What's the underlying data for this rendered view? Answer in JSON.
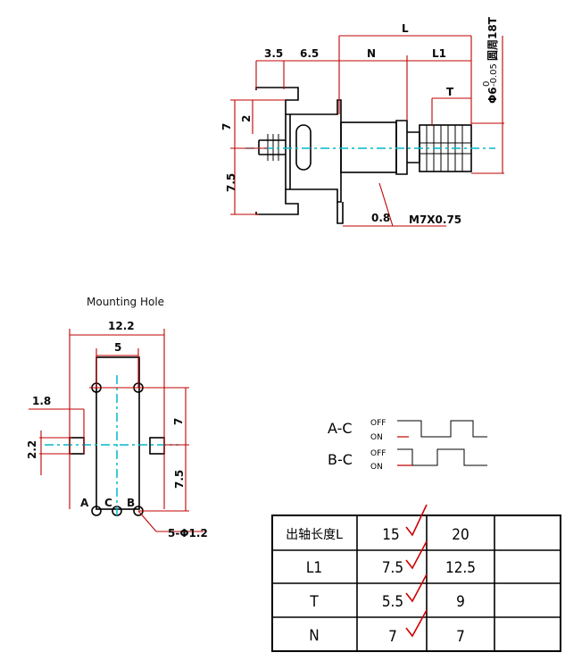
{
  "side_view": {
    "dims": {
      "d35": "3.5",
      "d65": "6.5",
      "L": "L",
      "N": "N",
      "L1": "L1",
      "T": "T",
      "d7": "7",
      "d2": "2",
      "d75": "7.5",
      "d08": "0.8",
      "thread": "M7X0.75",
      "shaft_dia": "Φ6",
      "shaft_tol_upper": "0",
      "shaft_tol_lower": "-0.05",
      "knurl": "圆周18T"
    }
  },
  "mounting_hole": {
    "title": "Mounting Hole",
    "dims": {
      "w122": "12.2",
      "w5": "5",
      "d18": "1.8",
      "d22": "2.2",
      "d7": "7",
      "d75": "7.5",
      "holes": "5-Φ1.2"
    },
    "pin_labels": [
      "A",
      "C",
      "B"
    ]
  },
  "timing": {
    "rows": [
      {
        "label": "A-C",
        "off": "OFF",
        "on": "ON"
      },
      {
        "label": "B-C",
        "off": "OFF",
        "on": "ON"
      }
    ]
  },
  "spec_table": {
    "rows": [
      {
        "label": "出轴长度L",
        "cells": [
          "15",
          "20",
          ""
        ]
      },
      {
        "label": "L1",
        "cells": [
          "7.5",
          "12.5",
          ""
        ]
      },
      {
        "label": "T",
        "cells": [
          "5.5",
          "9",
          ""
        ]
      },
      {
        "label": "N",
        "cells": [
          "7",
          "7",
          ""
        ]
      }
    ]
  }
}
